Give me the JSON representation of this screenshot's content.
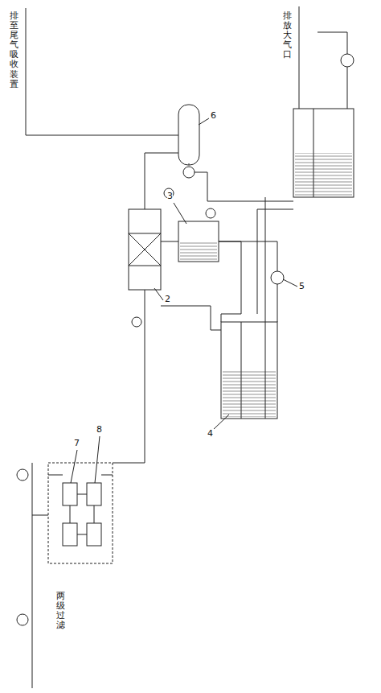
{
  "diagram": {
    "labels": [
      "排至尾气吸收装置",
      "排放大气口",
      "两级过滤",
      "2",
      "3",
      "4",
      "5",
      "6",
      "7",
      "8"
    ]
  }
}
